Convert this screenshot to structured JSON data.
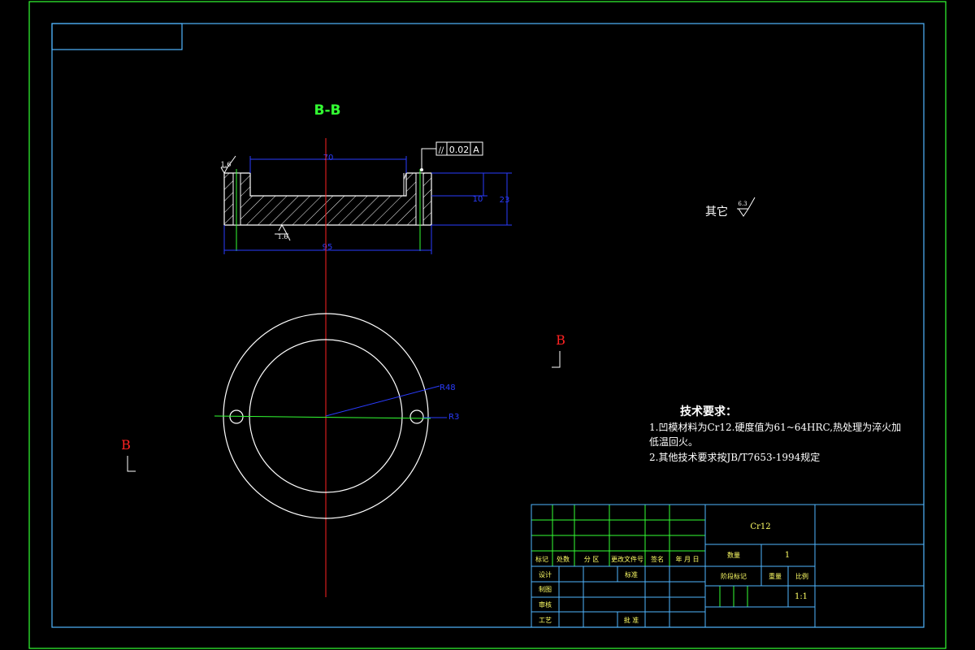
{
  "colors": {
    "background": "#000000",
    "outer_border": "#33ff33",
    "frame": "#4fb6ff",
    "title_block_lines": "#33ff33",
    "title_block_text": "#ffff66",
    "part_outline": "#ffffff",
    "dimension": "#2a3cff",
    "centerline": "#ff2222",
    "section_label": "#33ff33",
    "section_marker": "#ff2222"
  },
  "section_view": {
    "title": "B-B",
    "dim_top": "70",
    "dim_bottom": "95",
    "dim_step": "10",
    "dim_height": "23",
    "roughness_left": "1.6",
    "roughness_bottom": "1.6",
    "tolerance_symbol": "//",
    "tolerance_value": "0.02",
    "tolerance_datum": "A"
  },
  "plan_view": {
    "label_radius_outer": "R48",
    "label_hole": "R3",
    "section_mark_left": "B",
    "section_mark_right": "B"
  },
  "other_roughness": {
    "label": "其它",
    "value": "6.3"
  },
  "technical_requirements": {
    "title": "技术要求：",
    "line1": "1.凹模材料为Cr12.硬度值为61~64HRC,热处理为淬火加",
    "line2": "低温回火。",
    "line3": "2.其他技术要求按JB/T7653-1994规定"
  },
  "title_block": {
    "material": "Cr12",
    "header_row": [
      "标记",
      "处数",
      "分 区",
      "更改文件号",
      "签名",
      "年 月 日"
    ],
    "design_label": "设计",
    "standard_label": "标准",
    "check_label": "审核",
    "process_label": "工艺",
    "drawn_label": "制图",
    "approve_label": "批 准",
    "quantity_label": "数量",
    "quantity_value": "1",
    "stage_label": "阶段标记",
    "weight_label": "重量",
    "scale_label": "比例",
    "scale_value": "1:1"
  }
}
